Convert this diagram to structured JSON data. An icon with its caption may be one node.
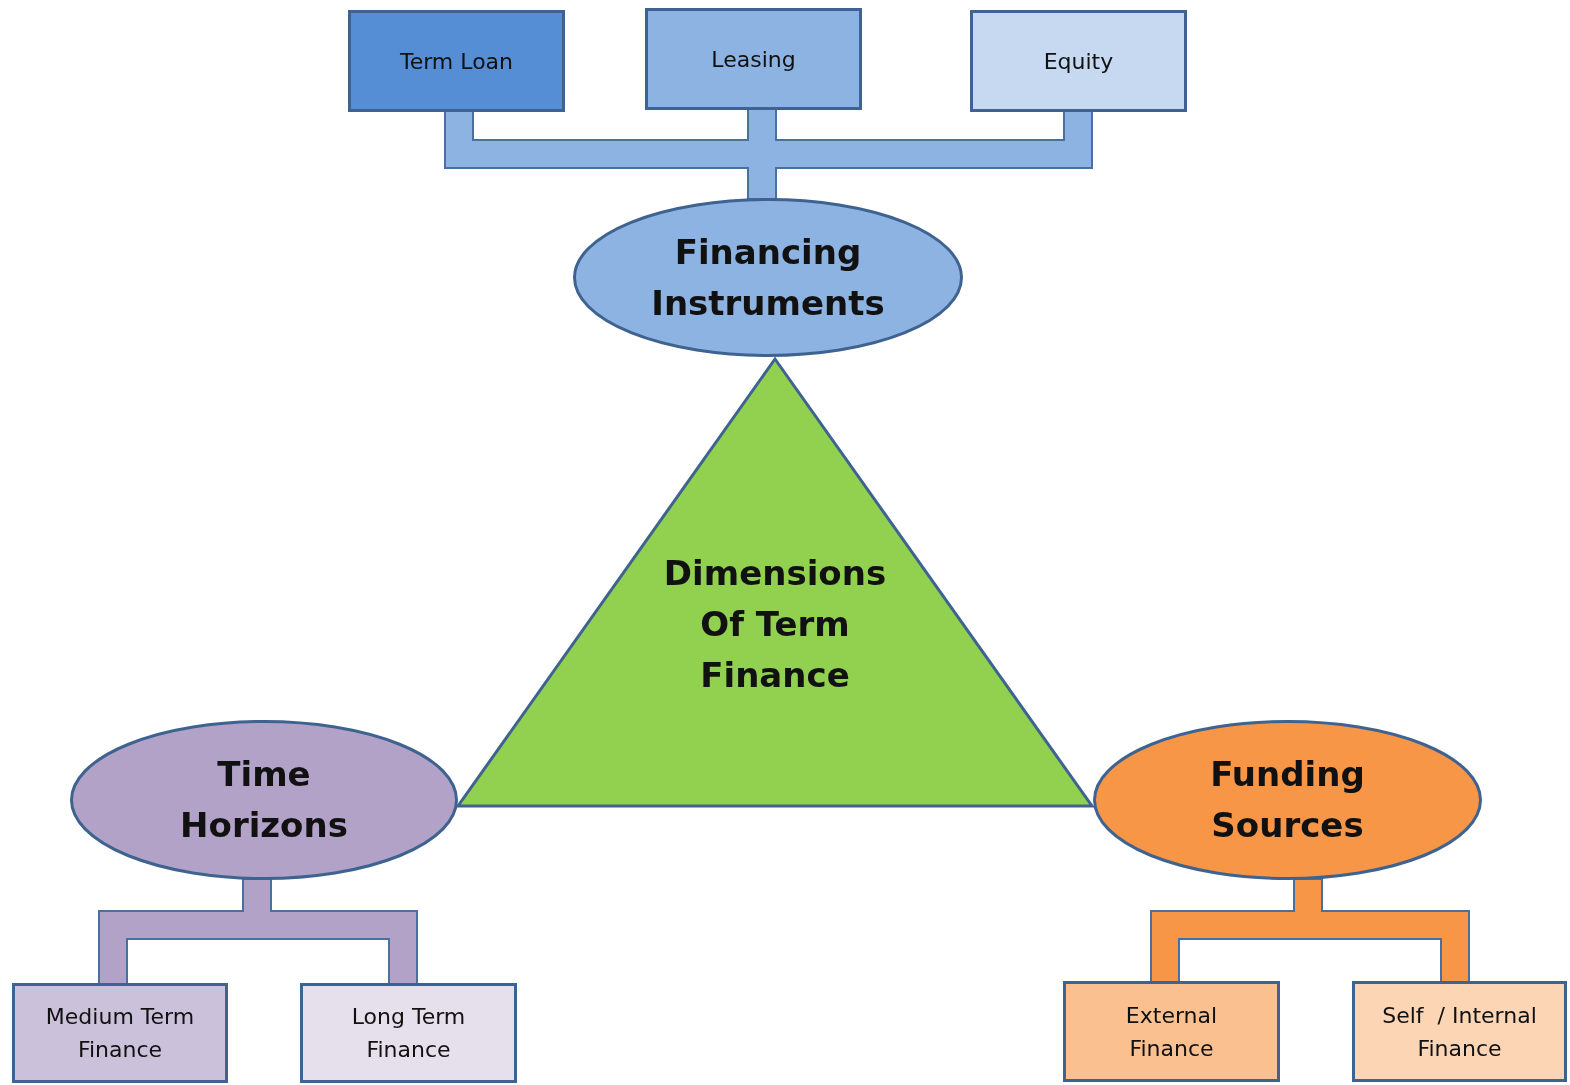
{
  "diagram": {
    "nodes": [
      {
        "text": [
          "Term Loan"
        ]
      },
      {
        "text": [
          "Leasing"
        ]
      },
      {
        "text": [
          "Equity"
        ]
      },
      {
        "text": [
          "Financing Instruments"
        ]
      },
      {
        "text": [
          "Dimensions Of Term Finance"
        ]
      },
      {
        "text": [
          "Time Horizons"
        ]
      },
      {
        "text": [
          "Funding Sources"
        ]
      },
      {
        "text": [
          "Medium Term Finance"
        ]
      },
      {
        "text": [
          "Long Term Finance"
        ]
      },
      {
        "text": [
          "External Finance"
        ]
      },
      {
        "text": [
          "Self  / Internal Finance"
        ]
      }
    ],
    "edges": [
      {
        "from": 3,
        "to": 0,
        "arrow": "none",
        "color": "#8db3e2"
      },
      {
        "from": 3,
        "to": 1,
        "arrow": "none",
        "color": "#8db3e2"
      },
      {
        "from": 3,
        "to": 2,
        "arrow": "none",
        "color": "#8db3e2"
      },
      {
        "from": 5,
        "to": 7,
        "arrow": "none",
        "color": "#b3a2c7"
      },
      {
        "from": 5,
        "to": 8,
        "arrow": "none",
        "color": "#b3a2c7"
      },
      {
        "from": 6,
        "to": 9,
        "arrow": "none",
        "color": "#f79646"
      },
      {
        "from": 6,
        "to": 10,
        "arrow": "none",
        "color": "#f79646"
      }
    ]
  }
}
